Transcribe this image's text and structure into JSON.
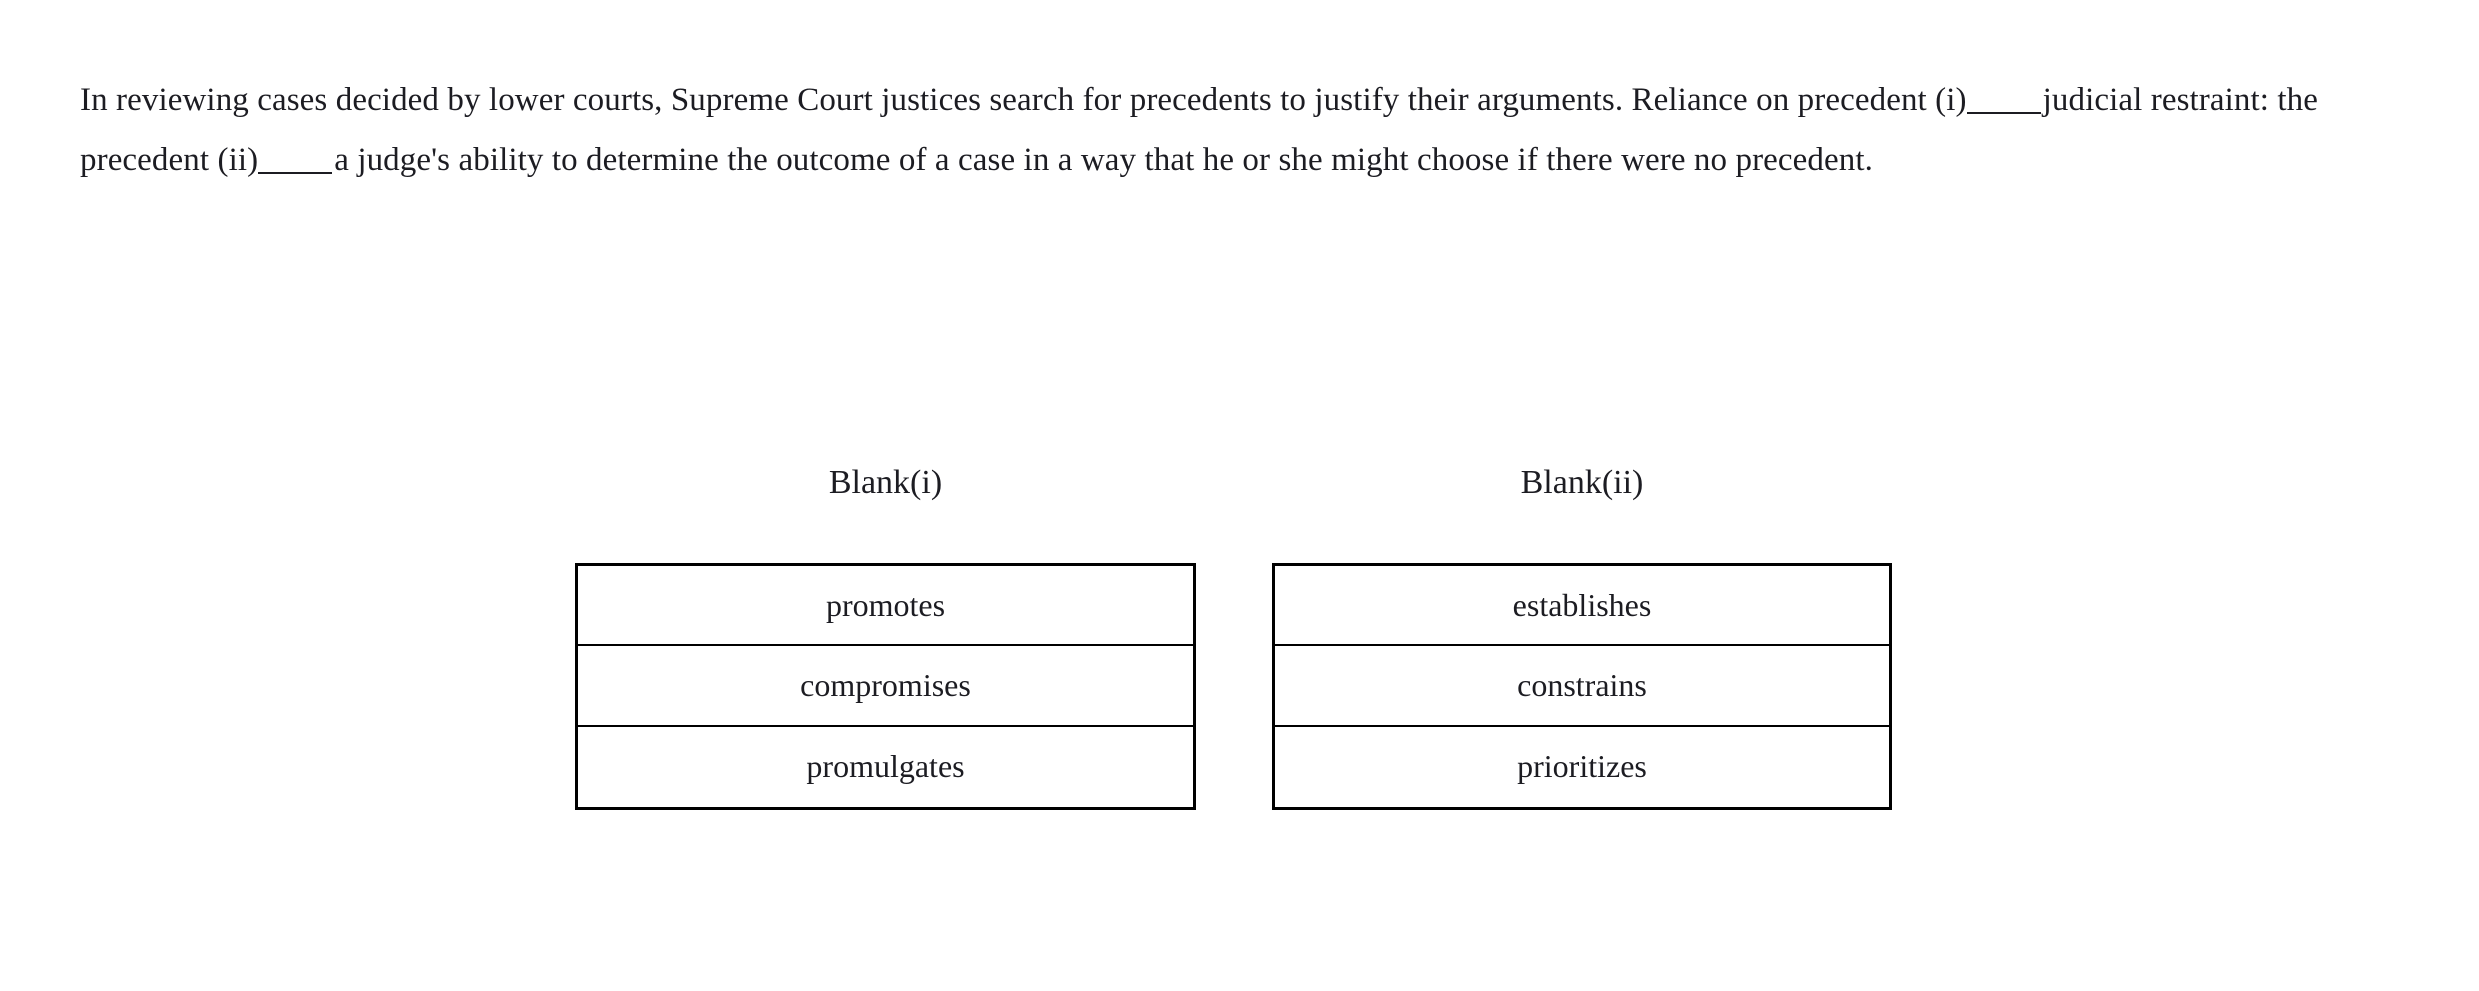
{
  "passage": {
    "segment_1": "In reviewing cases decided by lower courts, Supreme Court justices search for precedents to justify their arguments. Reliance on precedent (i)",
    "segment_2": "judicial restraint: the precedent (ii)",
    "segment_3": "a judge's ability to determine the outcome of a case in a way that he or she might choose if there were no precedent."
  },
  "columns": [
    {
      "header": "Blank(i)",
      "options": [
        {
          "label": "promotes"
        },
        {
          "label": "compromises"
        },
        {
          "label": "promulgates"
        }
      ]
    },
    {
      "header": "Blank(ii)",
      "options": [
        {
          "label": "establishes"
        },
        {
          "label": "constrains"
        },
        {
          "label": "prioritizes"
        }
      ]
    }
  ],
  "colors": {
    "background": "#ffffff",
    "text": "#1c1c22",
    "border": "#000000"
  }
}
